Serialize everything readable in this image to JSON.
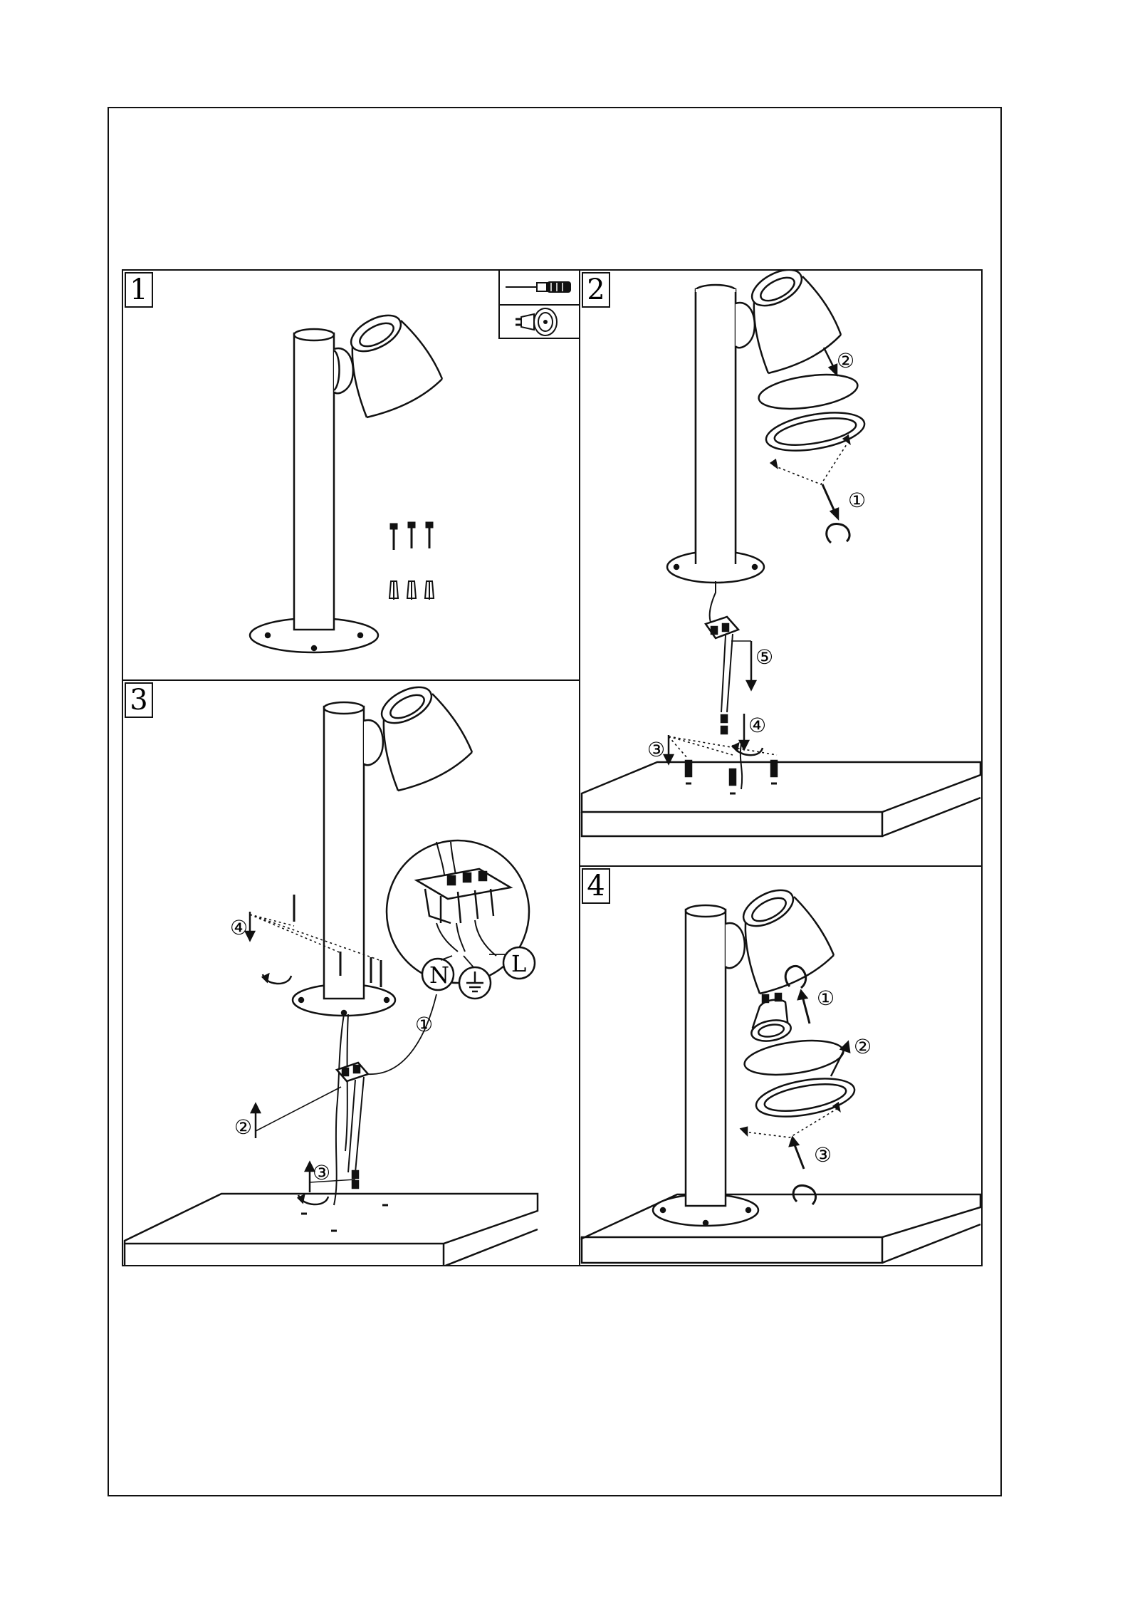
{
  "steps": [
    {
      "number": "1"
    },
    {
      "number": "2",
      "callouts": [
        "①",
        "②",
        "③",
        "④",
        "⑤"
      ]
    },
    {
      "number": "3",
      "callouts": [
        "①",
        "②",
        "③",
        "④"
      ],
      "wire_labels": [
        "N",
        "L"
      ]
    },
    {
      "number": "4",
      "callouts": [
        "①",
        "②",
        "③"
      ]
    }
  ],
  "tools": {
    "items": [
      "screwdriver-icon",
      "gu10-bulb-icon"
    ]
  },
  "colors": {
    "line": "#111111",
    "background": "#ffffff"
  }
}
